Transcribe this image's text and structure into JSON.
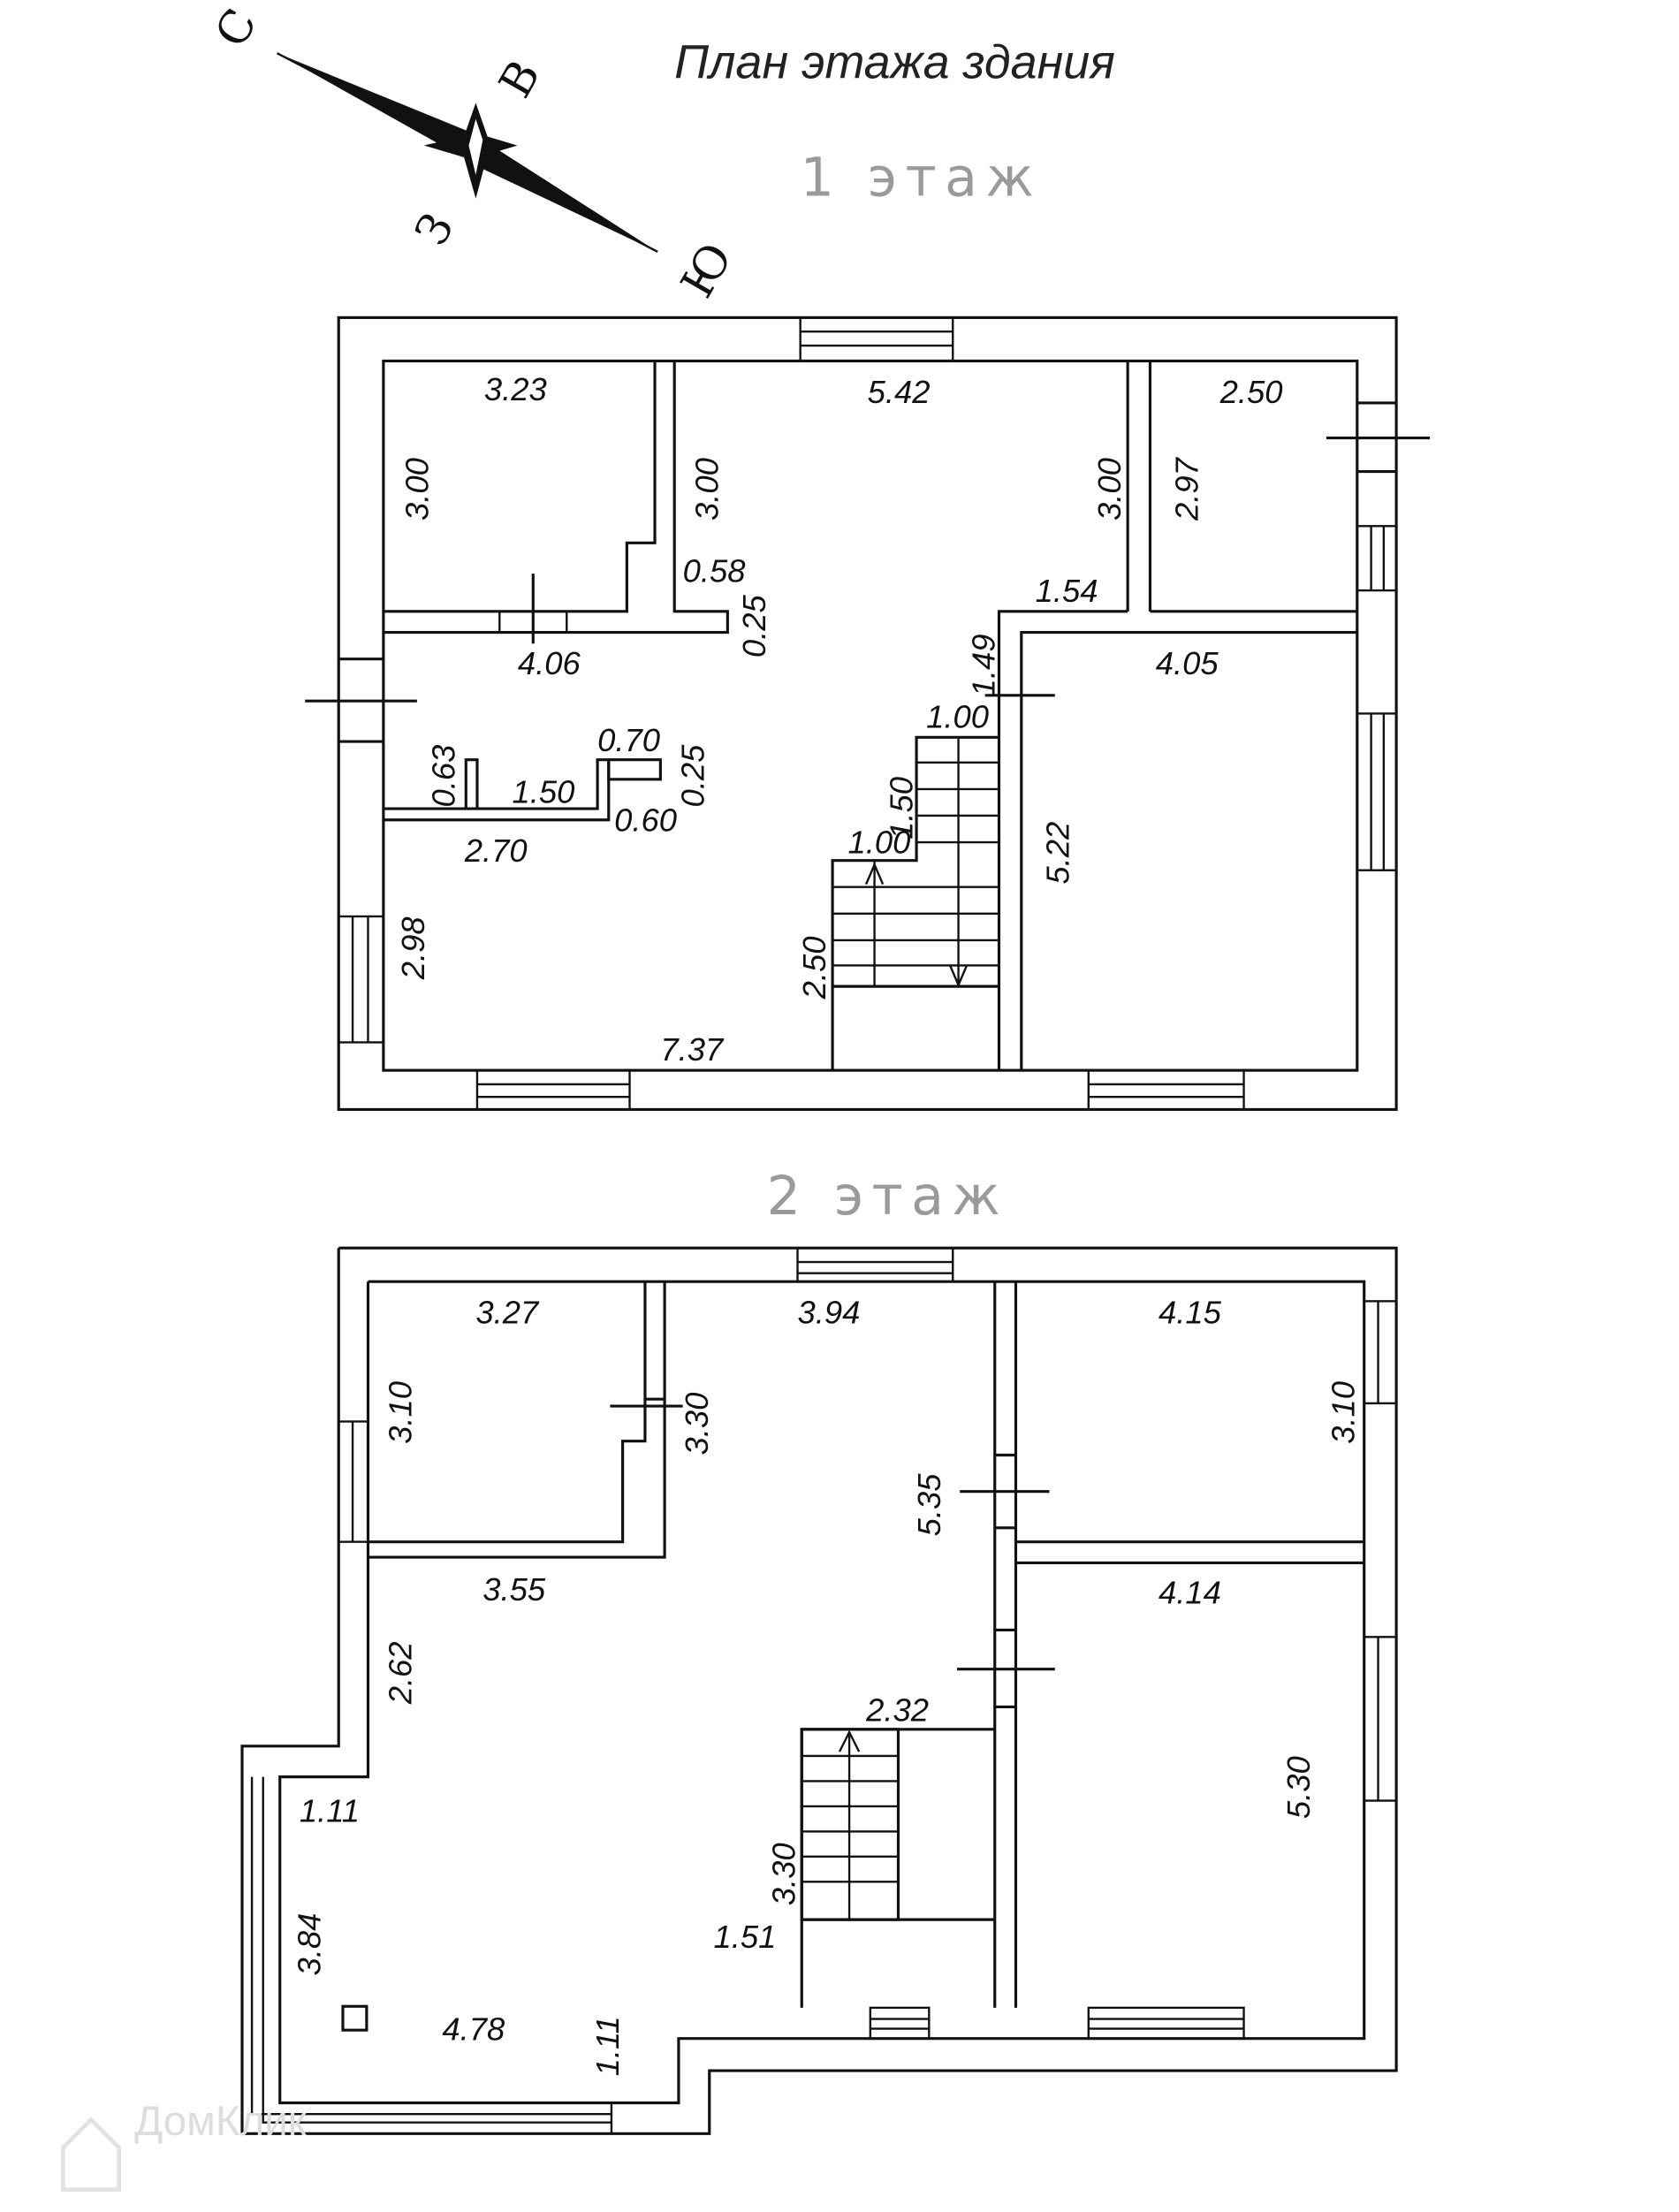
{
  "title": "План этажа здания",
  "compass": {
    "north": "С",
    "east": "В",
    "west": "З",
    "south": "Ю"
  },
  "floor1": {
    "label": "1 этаж",
    "dims": [
      "3.23",
      "5.42",
      "2.50",
      "3.00",
      "3.00",
      "3.00",
      "2.97",
      "0.58",
      "0.25",
      "1.54",
      "4.06",
      "4.05",
      "1.49",
      "1.00",
      "0.70",
      "0.25",
      "0.63",
      "1.50",
      "0.60",
      "2.70",
      "1.50",
      "1.00",
      "5.22",
      "2.98",
      "2.50",
      "7.37"
    ]
  },
  "floor2": {
    "label": "2 этаж",
    "dims": [
      "3.27",
      "3.94",
      "4.15",
      "3.10",
      "3.30",
      "3.10",
      "5.35",
      "3.55",
      "4.14",
      "2.62",
      "2.32",
      "1.11",
      "5.30",
      "3.30",
      "1.51",
      "3.84",
      "4.78",
      "1.11"
    ]
  },
  "watermark": "ДомКлик"
}
